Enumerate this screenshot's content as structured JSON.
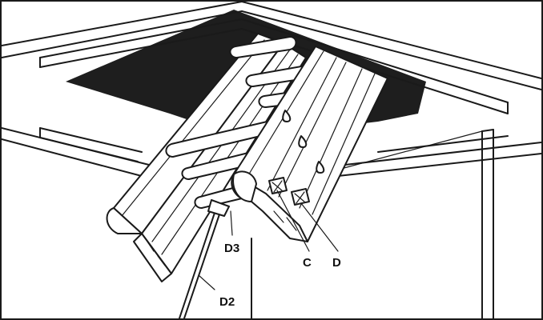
{
  "diagram": {
    "callouts": [
      {
        "id": "D3",
        "text": "D3"
      },
      {
        "id": "C",
        "text": "C"
      },
      {
        "id": "D",
        "text": "D"
      },
      {
        "id": "D2",
        "text": "D2"
      }
    ],
    "colors": {
      "ink": "#1a1a1a",
      "attic_opening": "#1e1e1e",
      "paper": "#ffffff"
    }
  }
}
